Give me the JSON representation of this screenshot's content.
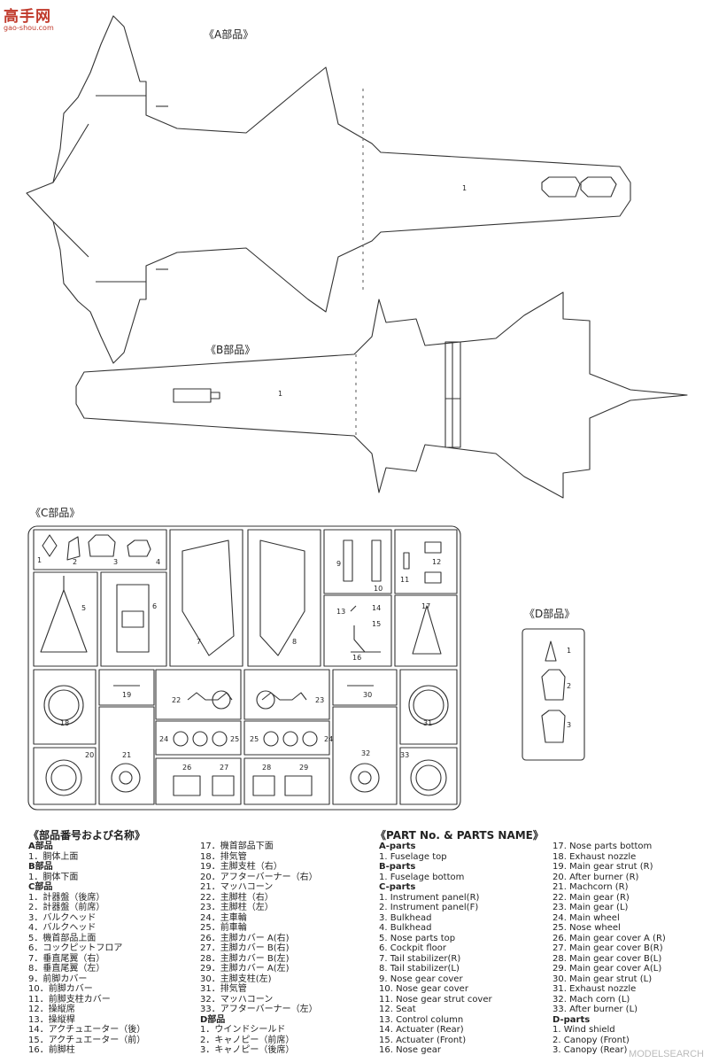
{
  "watermark": {
    "main": "高手网",
    "sub": "gao-shou.com"
  },
  "section_labels": {
    "a": "《A部品》",
    "b": "《B部品》",
    "c": "《C部品》",
    "d": "《D部品》"
  },
  "part_numbers": {
    "a1": "1",
    "b1": "1",
    "c": [
      "1",
      "2",
      "3",
      "4",
      "5",
      "6",
      "7",
      "8",
      "9",
      "10",
      "11",
      "12",
      "13",
      "14",
      "15",
      "16",
      "17",
      "18",
      "19",
      "20",
      "21",
      "22",
      "23",
      "24",
      "25",
      "25",
      "24",
      "26",
      "27",
      "28",
      "29",
      "30",
      "31",
      "32",
      "33"
    ],
    "d": [
      "1",
      "2",
      "3"
    ]
  },
  "captions": {
    "jp_title": "《部品番号および名称》",
    "en_title": "《PART No. & PARTS NAME》"
  },
  "jp_col1": [
    {
      "t": "A部品",
      "h": true
    },
    {
      "t": "1．胴体上面"
    },
    {
      "t": "B部品",
      "h": true
    },
    {
      "t": "1．胴体下面"
    },
    {
      "t": "C部品",
      "h": true
    },
    {
      "t": "1．計器盤（後席）"
    },
    {
      "t": "2．計器盤（前席）"
    },
    {
      "t": "3．バルクヘッド"
    },
    {
      "t": "4．バルクヘッド"
    },
    {
      "t": "5．機首部品上面"
    },
    {
      "t": "6．コックピットフロア"
    },
    {
      "t": "7．垂直尾翼（右）"
    },
    {
      "t": "8．垂直尾翼（左）"
    },
    {
      "t": "9．前脚カバー"
    },
    {
      "t": "10．前脚カバー"
    },
    {
      "t": "11．前脚支柱カバー"
    },
    {
      "t": "12．操縦席"
    },
    {
      "t": "13．操縦桿"
    },
    {
      "t": "14．アクチュエーター（後）"
    },
    {
      "t": "15．アクチュエーター（前）"
    },
    {
      "t": "16．前脚柱"
    }
  ],
  "jp_col2": [
    {
      "t": "17．機首部品下面"
    },
    {
      "t": "18．排気管"
    },
    {
      "t": "19．主脚支柱（右）"
    },
    {
      "t": "20．アフターバーナー（右）"
    },
    {
      "t": "21．マッハコーン"
    },
    {
      "t": "22．主脚柱（右）"
    },
    {
      "t": "23．主脚柱（左）"
    },
    {
      "t": "24．主車輪"
    },
    {
      "t": "25．前車輪"
    },
    {
      "t": "26．主脚カバー A(右)"
    },
    {
      "t": "27．主脚カバー B(右)"
    },
    {
      "t": "28．主脚カバー B(左)"
    },
    {
      "t": "29．主脚カバー A(左)"
    },
    {
      "t": "30．主脚支柱(左)"
    },
    {
      "t": "31．排気管"
    },
    {
      "t": "32．マッハコーン"
    },
    {
      "t": "33．アフターバーナー（左）"
    },
    {
      "t": "D部品",
      "h": true
    },
    {
      "t": "1．ウインドシールド"
    },
    {
      "t": "2．キャノピー（前席）"
    },
    {
      "t": "3．キャノピー（後席）"
    }
  ],
  "en_col1": [
    {
      "t": "A-parts",
      "h": true
    },
    {
      "t": "1. Fuselage top"
    },
    {
      "t": "B-parts",
      "h": true
    },
    {
      "t": "1. Fuselage bottom"
    },
    {
      "t": "C-parts",
      "h": true
    },
    {
      "t": "1. Instrument panel(R)"
    },
    {
      "t": "2. Instrument panel(F)"
    },
    {
      "t": "3. Bulkhead"
    },
    {
      "t": "4. Bulkhead"
    },
    {
      "t": "5. Nose parts top"
    },
    {
      "t": "6. Cockpit floor"
    },
    {
      "t": "7. Tail stabilizer(R)"
    },
    {
      "t": "8. Tail stabilizer(L)"
    },
    {
      "t": "9. Nose gear cover"
    },
    {
      "t": "10. Nose gear cover"
    },
    {
      "t": "11. Nose gear strut cover"
    },
    {
      "t": "12. Seat"
    },
    {
      "t": "13. Control column"
    },
    {
      "t": "14. Actuater (Rear)"
    },
    {
      "t": "15. Actuater (Front)"
    },
    {
      "t": "16. Nose gear"
    }
  ],
  "en_col2": [
    {
      "t": "17. Nose parts bottom"
    },
    {
      "t": "18. Exhaust nozzle"
    },
    {
      "t": "19. Main gear strut (R)"
    },
    {
      "t": "20. After burner (R)"
    },
    {
      "t": "21. Machcorn (R)"
    },
    {
      "t": "22. Main gear (R)"
    },
    {
      "t": "23. Main gear (L)"
    },
    {
      "t": "24. Main wheel"
    },
    {
      "t": "25. Nose wheel"
    },
    {
      "t": "26. Main gear cover A (R)"
    },
    {
      "t": "27. Main gear cover B(R)"
    },
    {
      "t": "28. Main gear cover B(L)"
    },
    {
      "t": "29. Main gear cover A(L)"
    },
    {
      "t": "30. Main gear strut (L)"
    },
    {
      "t": "31. Exhaust nozzle"
    },
    {
      "t": "32. Mach corn (L)"
    },
    {
      "t": "33. After burner (L)"
    },
    {
      "t": "D-parts",
      "h": true
    },
    {
      "t": "1. Wind shield"
    },
    {
      "t": "2. Canopy (Front)"
    },
    {
      "t": "3. Canopy (Rear)"
    }
  ],
  "footer": "MODELSEARCH"
}
